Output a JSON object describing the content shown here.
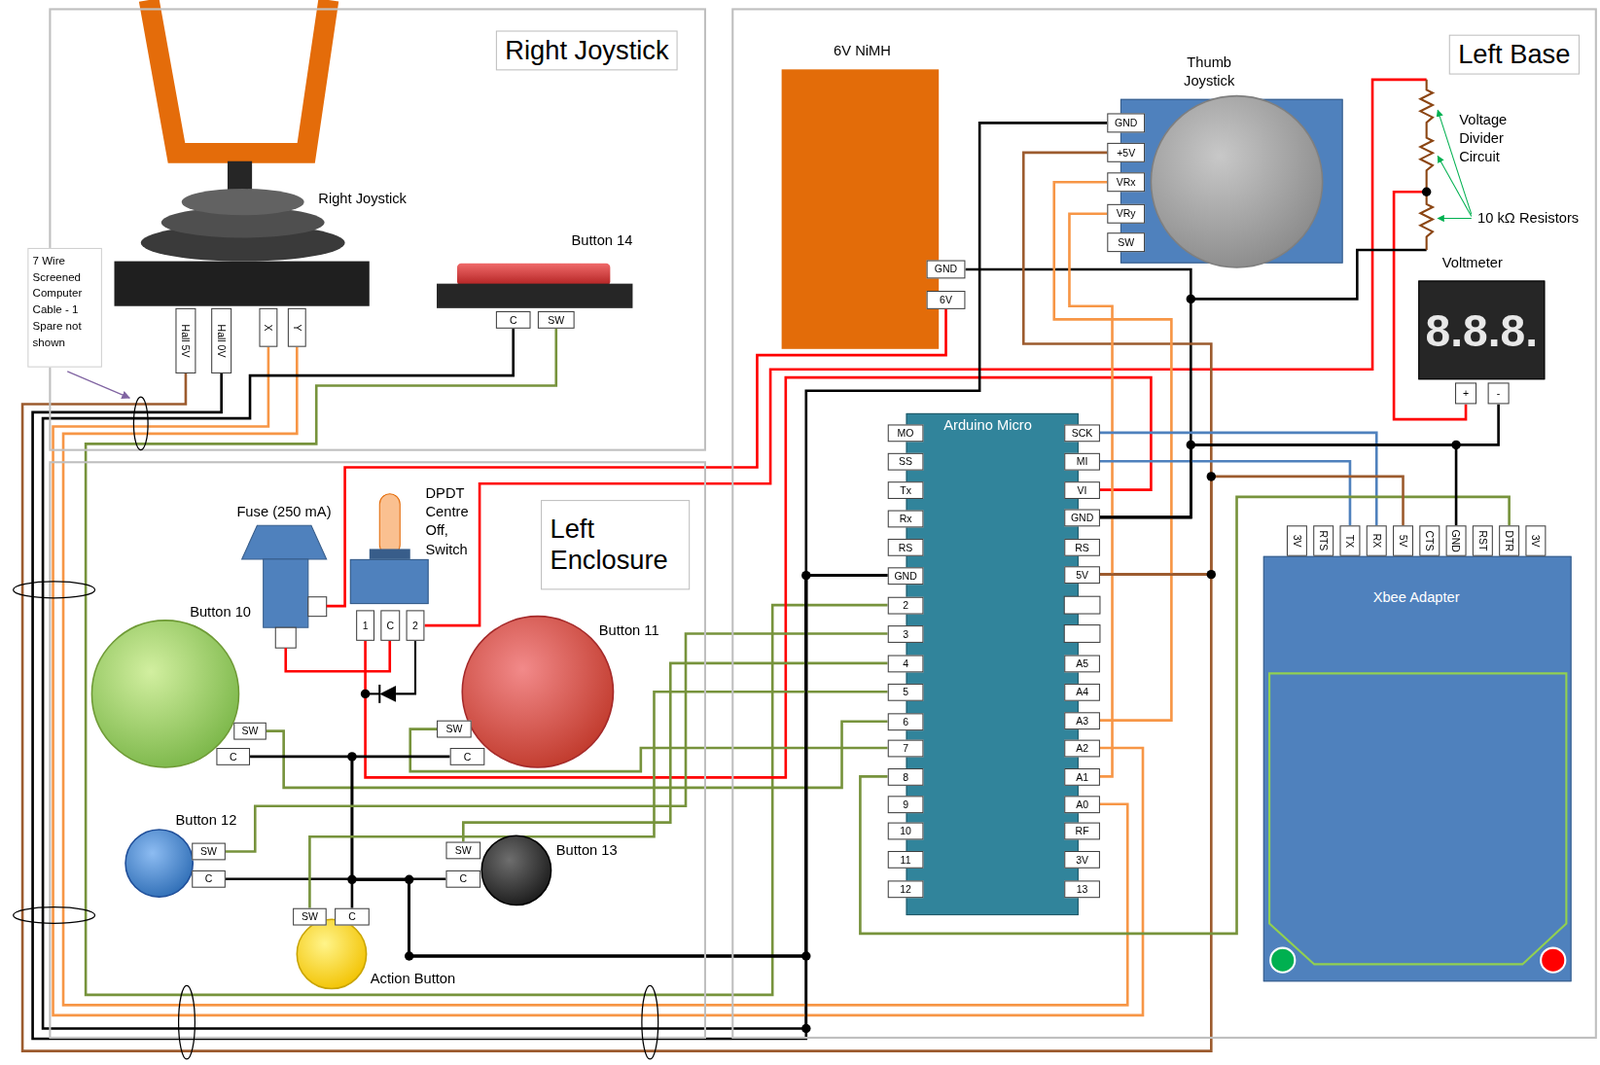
{
  "diagram": {
    "nodes": [
      {
        "text": [
          "Right Joystick"
        ]
      },
      {
        "text": [
          "Right Joystick"
        ],
        "in": 0
      },
      {
        "text": [
          "Hall 5V"
        ],
        "in": 1
      },
      {
        "text": [
          "Hall 0V"
        ],
        "in": 1
      },
      {
        "text": [
          "X"
        ],
        "in": 1
      },
      {
        "text": [
          "Y"
        ],
        "in": 1
      },
      {
        "text": [
          "Button 14"
        ],
        "in": 0
      },
      {
        "text": [
          "C"
        ],
        "in": 6
      },
      {
        "text": [
          "SW"
        ],
        "in": 6
      },
      {
        "text": [
          "7 Wire Screened Computer Cable - 1 Spare not shown"
        ]
      },
      {
        "text": [
          "Left Enclosure"
        ]
      },
      {
        "text": [
          "Fuse (250 mA)"
        ],
        "in": 10
      },
      {
        "text": [
          "DPDT Centre Off, Switch"
        ],
        "in": 10
      },
      {
        "text": [
          "1"
        ],
        "in": 12
      },
      {
        "text": [
          "C"
        ],
        "in": 12
      },
      {
        "text": [
          "2"
        ],
        "in": 12
      },
      {
        "text": [
          "Button 10"
        ],
        "in": 10
      },
      {
        "text": [
          "SW"
        ],
        "in": 16
      },
      {
        "text": [
          "C"
        ],
        "in": 16
      },
      {
        "text": [
          "Button 11"
        ],
        "in": 10
      },
      {
        "text": [
          "SW"
        ],
        "in": 19
      },
      {
        "text": [
          "C"
        ],
        "in": 19
      },
      {
        "text": [
          "Button 12"
        ],
        "in": 10
      },
      {
        "text": [
          "SW"
        ],
        "in": 22
      },
      {
        "text": [
          "C"
        ],
        "in": 22
      },
      {
        "text": [
          "Button 13"
        ],
        "in": 10
      },
      {
        "text": [
          "SW"
        ],
        "in": 25
      },
      {
        "text": [
          "C"
        ],
        "in": 25
      },
      {
        "text": [
          "Action Button"
        ],
        "in": 10
      },
      {
        "text": [
          "SW"
        ],
        "in": 28
      },
      {
        "text": [
          "C"
        ],
        "in": 28
      },
      {
        "text": [
          "Left Base"
        ]
      },
      {
        "text": [
          "6V NiMH"
        ],
        "in": 31
      },
      {
        "text": [
          "GND"
        ],
        "in": 32
      },
      {
        "text": [
          "6V"
        ],
        "in": 32
      },
      {
        "text": [
          "Thumb Joystick"
        ],
        "in": 31
      },
      {
        "text": [
          "GND"
        ],
        "in": 35
      },
      {
        "text": [
          "+5V"
        ],
        "in": 35
      },
      {
        "text": [
          "VRx"
        ],
        "in": 35
      },
      {
        "text": [
          "VRy"
        ],
        "in": 35
      },
      {
        "text": [
          "SW"
        ],
        "in": 35
      },
      {
        "text": [
          "Voltmeter",
          "8.8.8."
        ],
        "in": 31
      },
      {
        "text": [
          "+"
        ],
        "in": 41
      },
      {
        "text": [
          "-"
        ],
        "in": 41
      },
      {
        "text": [
          "Arduino Micro"
        ],
        "in": 31
      },
      {
        "text": [
          "MO"
        ],
        "in": 44
      },
      {
        "text": [
          "SS"
        ],
        "in": 44
      },
      {
        "text": [
          "Tx"
        ],
        "in": 44
      },
      {
        "text": [
          "Rx"
        ],
        "in": 44
      },
      {
        "text": [
          "RS"
        ],
        "in": 44
      },
      {
        "text": [
          "GND"
        ],
        "in": 44
      },
      {
        "text": [
          "2"
        ],
        "in": 44
      },
      {
        "text": [
          "3"
        ],
        "in": 44
      },
      {
        "text": [
          "4"
        ],
        "in": 44
      },
      {
        "text": [
          "5"
        ],
        "in": 44
      },
      {
        "text": [
          "6"
        ],
        "in": 44
      },
      {
        "text": [
          "7"
        ],
        "in": 44
      },
      {
        "text": [
          "8"
        ],
        "in": 44
      },
      {
        "text": [
          "9"
        ],
        "in": 44
      },
      {
        "text": [
          "10"
        ],
        "in": 44
      },
      {
        "text": [
          "11"
        ],
        "in": 44
      },
      {
        "text": [
          "12"
        ],
        "in": 44
      },
      {
        "text": [
          "SCK"
        ],
        "in": 44
      },
      {
        "text": [
          "MI"
        ],
        "in": 44
      },
      {
        "text": [
          "VI"
        ],
        "in": 44
      },
      {
        "text": [
          "GND"
        ],
        "in": 44
      },
      {
        "text": [
          "RS"
        ],
        "in": 44
      },
      {
        "text": [
          "5V"
        ],
        "in": 44
      },
      {
        "text": [
          "A5"
        ],
        "in": 44
      },
      {
        "text": [
          "A4"
        ],
        "in": 44
      },
      {
        "text": [
          "A3"
        ],
        "in": 44
      },
      {
        "text": [
          "A2"
        ],
        "in": 44
      },
      {
        "text": [
          "A1"
        ],
        "in": 44
      },
      {
        "text": [
          "A0"
        ],
        "in": 44
      },
      {
        "text": [
          "RF"
        ],
        "in": 44
      },
      {
        "text": [
          "3V"
        ],
        "in": 44
      },
      {
        "text": [
          "13"
        ],
        "in": 44
      },
      {
        "text": [
          "Xbee Adapter"
        ],
        "in": 31
      },
      {
        "text": [
          "3V"
        ],
        "in": 77
      },
      {
        "text": [
          "RTS"
        ],
        "in": 77
      },
      {
        "text": [
          "TX"
        ],
        "in": 77
      },
      {
        "text": [
          "RX"
        ],
        "in": 77
      },
      {
        "text": [
          "5V"
        ],
        "in": 77
      },
      {
        "text": [
          "CTS"
        ],
        "in": 77
      },
      {
        "text": [
          "GND"
        ],
        "in": 77
      },
      {
        "text": [
          "RST"
        ],
        "in": 77
      },
      {
        "text": [
          "DTR"
        ],
        "in": 77
      },
      {
        "text": [
          "3V"
        ],
        "in": 77
      }
    ],
    "edges": [
      {
        "from": 2,
        "to": 67,
        "arrow": "none"
      },
      {
        "from": 3,
        "to": 50,
        "arrow": "none"
      },
      {
        "from": 4,
        "to": 71,
        "arrow": "none"
      },
      {
        "from": 5,
        "to": 73,
        "arrow": "none"
      },
      {
        "from": 7,
        "to": 50,
        "arrow": "none"
      },
      {
        "from": 8,
        "to": 51,
        "arrow": "none"
      },
      {
        "from": 34,
        "to": 11,
        "arrow": "none"
      },
      {
        "from": 11,
        "to": 14,
        "arrow": "none"
      },
      {
        "from": 13,
        "to": 64,
        "arrow": "none"
      },
      {
        "from": 17,
        "to": 55,
        "arrow": "none"
      },
      {
        "from": 18,
        "to": 50,
        "arrow": "none"
      },
      {
        "from": 20,
        "to": 56,
        "arrow": "none"
      },
      {
        "from": 21,
        "to": 50,
        "arrow": "none"
      },
      {
        "from": 23,
        "to": 52,
        "arrow": "none"
      },
      {
        "from": 24,
        "to": 50,
        "arrow": "none"
      },
      {
        "from": 26,
        "to": 53,
        "arrow": "none"
      },
      {
        "from": 27,
        "to": 50,
        "arrow": "none"
      },
      {
        "from": 29,
        "to": 54,
        "arrow": "none"
      },
      {
        "from": 30,
        "to": 50,
        "arrow": "none"
      },
      {
        "from": 33,
        "to": 65,
        "arrow": "none"
      },
      {
        "from": 36,
        "to": 50,
        "arrow": "none"
      },
      {
        "from": 37,
        "to": 67,
        "arrow": "none"
      },
      {
        "from": 38,
        "to": 70,
        "arrow": "none"
      },
      {
        "from": 39,
        "to": 72,
        "arrow": "none"
      },
      {
        "from": 43,
        "to": 65,
        "arrow": "none"
      },
      {
        "from": 62,
        "to": 81,
        "arrow": "none"
      },
      {
        "from": 63,
        "to": 80,
        "arrow": "none"
      },
      {
        "from": 57,
        "to": 86,
        "arrow": "none"
      },
      {
        "from": 82,
        "to": 67,
        "arrow": "none"
      },
      {
        "from": 84,
        "to": 65,
        "arrow": "none"
      }
    ],
    "labels": [
      "Voltage Divider Circuit",
      "10 kΩ Resistors"
    ]
  }
}
